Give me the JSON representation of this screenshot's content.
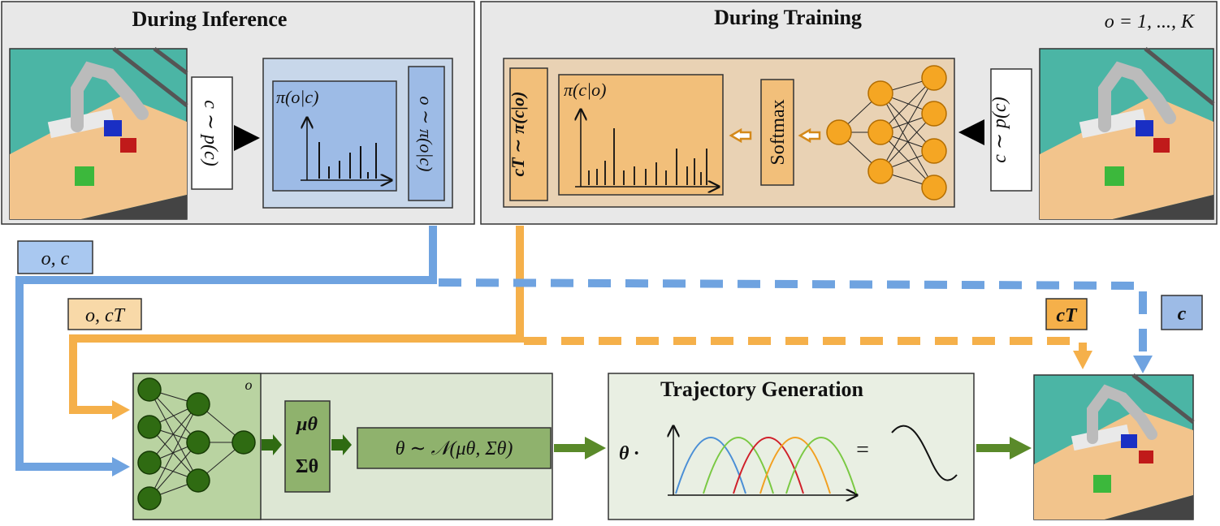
{
  "panels": {
    "inference": {
      "title": "During Inference"
    },
    "training": {
      "title": "During Training",
      "range_label": "o = 1, ..., K"
    },
    "trajectory": {
      "title": "Trajectory Generation"
    }
  },
  "labels": {
    "context_sample_inf": "c ∼ p(c)",
    "context_sample_train": "c ∼ p(c)",
    "policy_prob": "π(o|c)",
    "option_sample": "o ∼ π(o|c)",
    "target_sample": "cT ∼ π(c|o)",
    "target_prob": "π(c|o)",
    "softmax": "Softmax",
    "tag_o_c": "o, c",
    "tag_o_cT": "o, cT",
    "tag_cT": "cT",
    "tag_c": "c",
    "net_o": "o",
    "mu": "μθ",
    "sigma": "Σθ",
    "theta_dist": "θ ∼ 𝒩(μθ, Σθ)",
    "theta_dot": "θ ·",
    "equals": "="
  },
  "colors": {
    "blue": "#6fa3e0",
    "orange": "#f5b04a",
    "green_arrow": "#5a8a2a",
    "panel_gray": "#e6e6e6",
    "green_bg": "#dde7d4",
    "green_net": "#b9d3a1",
    "node_green": "#2f6b12",
    "node_orange": "#f5a623"
  }
}
